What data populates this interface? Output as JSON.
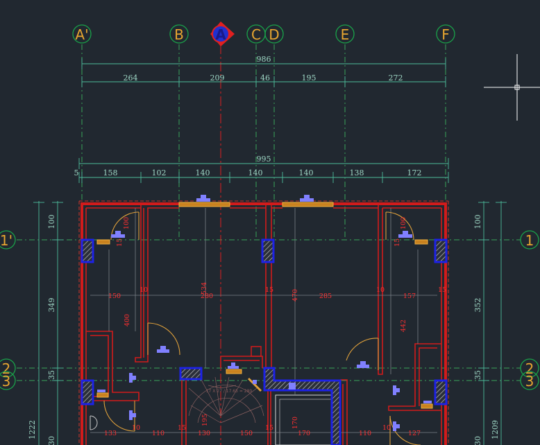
{
  "app": {
    "canvas_background": "#212830",
    "grid_color": "#1aa34a",
    "label_color": "#e8a630",
    "wall_color": "#d21b1b",
    "column_color": "#1d22e6",
    "dimension_color": "#9fd8c6"
  },
  "grid_axes": {
    "columns": [
      "A'",
      "B",
      "A",
      "C",
      "D",
      "E",
      "F"
    ],
    "rows_left": [
      "1'",
      "2",
      "3"
    ],
    "rows_right": [
      "1",
      "2",
      "3"
    ]
  },
  "section_marker": {
    "label": "A"
  },
  "dimensions": {
    "top_total": "986",
    "top_segments": [
      "264",
      "209",
      "46",
      "195",
      "272"
    ],
    "second_total": "995",
    "second_segments": [
      "5",
      "158",
      "102",
      "140",
      "140",
      "140",
      "138",
      "172"
    ],
    "left_vertical": [
      "100",
      "349",
      "35",
      "1222",
      "30"
    ],
    "right_vertical": [
      "100",
      "352",
      "35",
      "1209",
      "30"
    ]
  },
  "room_labels": {
    "horizontal": [
      "150",
      "280",
      "285",
      "157",
      "133",
      "110",
      "130",
      "150",
      "170",
      "110",
      "127",
      "10",
      "15",
      "10",
      "15",
      "10",
      "10",
      "15",
      "15"
    ],
    "vertical": [
      "100",
      "15",
      "534",
      "470",
      "400",
      "442",
      "100",
      "15",
      "170",
      "195"
    ]
  },
  "stair_note": "17 X 27 / 17.65 = 280"
}
